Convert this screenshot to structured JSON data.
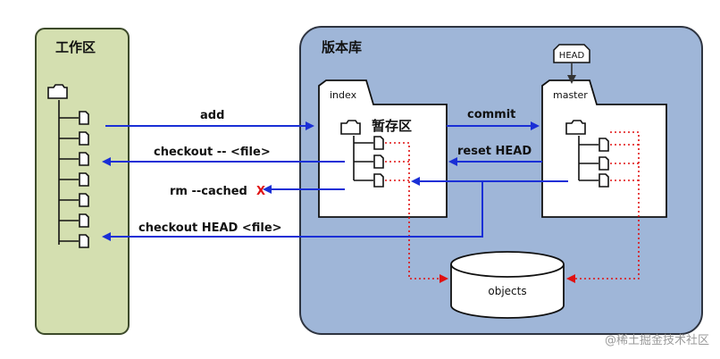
{
  "workspace": {
    "title": "工作区"
  },
  "repository": {
    "title": "版本库"
  },
  "index_box": {
    "label": "index",
    "caption": "暂存区"
  },
  "master_box": {
    "label": "master"
  },
  "head_tag": {
    "label": "HEAD"
  },
  "objects_db": {
    "label": "objects"
  },
  "commands": {
    "add": "add",
    "checkout_file": "checkout -- <file>",
    "rm_cached": "rm --cached",
    "rm_cached_x": "X",
    "checkout_head_file": "checkout HEAD <file>",
    "commit": "commit",
    "reset_head": "reset HEAD"
  },
  "watermark": "@稀土掘金技术社区",
  "colors": {
    "workspace_fill": "#d4dfb0",
    "workspace_border": "#3c4a2a",
    "repo_fill": "#9fb6d8",
    "repo_border": "#2e3440",
    "arrow_blue": "#1a2fd6",
    "arrow_red": "#e01010"
  }
}
